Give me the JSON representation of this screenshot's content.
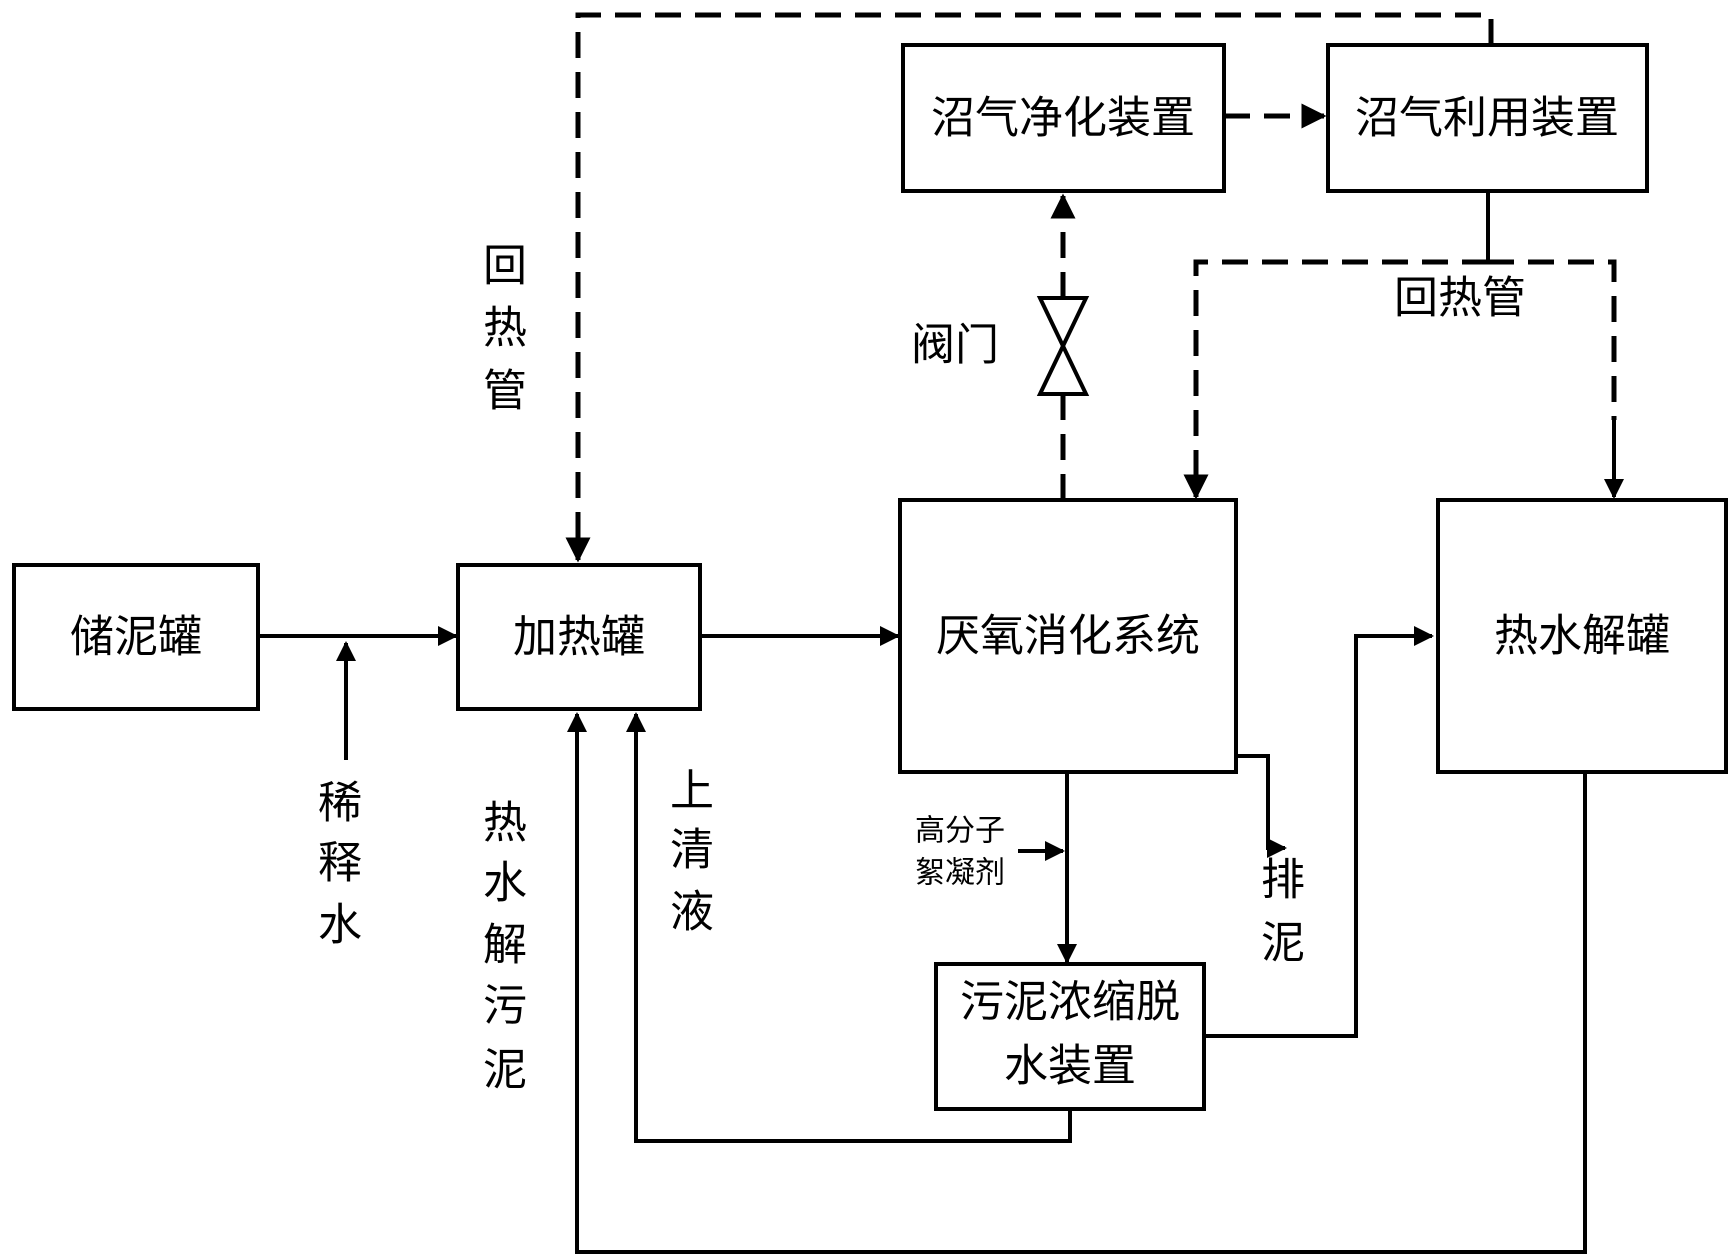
{
  "nodes": {
    "storage_tank": "储泥罐",
    "heating_tank": "加热罐",
    "anaerobic_system": "厌氧消化系统",
    "thermal_hydrolysis_tank": "热水解罐",
    "biogas_purification": "沼气净化装置",
    "biogas_utilization": "沼气利用装置",
    "dewatering_line1": "污泥浓缩脱",
    "dewatering_line2": "水装置"
  },
  "labels": {
    "dilution_water": [
      "稀",
      "释",
      "水"
    ],
    "hydrolyzed_sludge": [
      "热",
      "水",
      "解",
      "污",
      "泥"
    ],
    "supernatant": [
      "上",
      "清",
      "液"
    ],
    "heat_return_left": [
      "回",
      "热",
      "管"
    ],
    "heat_return_right": "回热管",
    "valve": "阀门",
    "polymer_line1": "高分子",
    "polymer_line2": "絮凝剂",
    "sludge_discharge": [
      "排",
      "泥"
    ]
  }
}
